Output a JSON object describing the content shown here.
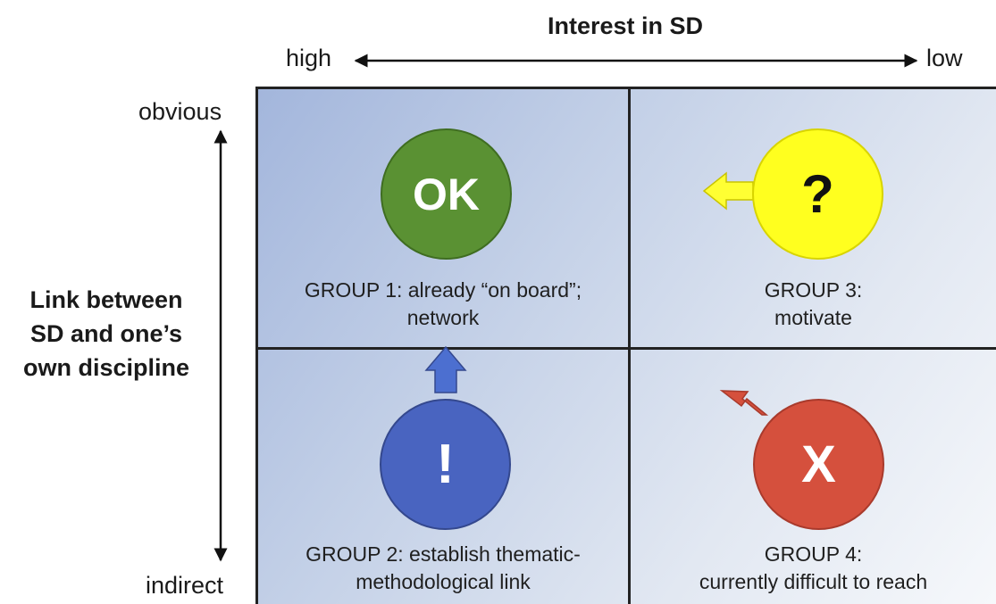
{
  "x_axis": {
    "title": "Interest in SD",
    "left_label": "high",
    "right_label": "low"
  },
  "y_axis": {
    "title_lines": [
      "Link between",
      "SD and one’s",
      "own discipline"
    ],
    "top_label": "obvious",
    "bottom_label": "indirect"
  },
  "quadrants": {
    "q1": {
      "symbol": "OK",
      "label_lines": [
        "GROUP 1: already “on board”;",
        "network"
      ],
      "color": "#5a9133"
    },
    "q2": {
      "symbol": "!",
      "label_lines": [
        "GROUP 2: establish thematic-",
        "methodological link"
      ],
      "color": "#4964c0"
    },
    "q3": {
      "symbol": "?",
      "label_lines": [
        "GROUP 3:",
        "motivate"
      ],
      "color": "#ffff1f"
    },
    "q4": {
      "symbol": "X",
      "label_lines": [
        "GROUP 4:",
        "currently difficult to reach"
      ],
      "color": "#d5503d"
    }
  }
}
